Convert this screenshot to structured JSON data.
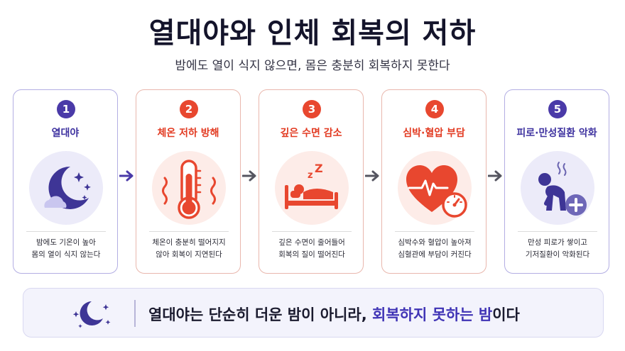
{
  "header": {
    "title": "열대야와 인체 회복의 저하",
    "subtitle": "밤에도 열이 식지 않으면, 몸은 충분히 회복하지 못한다"
  },
  "steps": [
    {
      "number": "1",
      "title": "열대야",
      "icon": "moon-stars-cloud-icon",
      "desc": [
        "밤에도 기온이 높아",
        "몸의 열이 식지 않는다"
      ]
    },
    {
      "number": "2",
      "title": "체온 저하 방해",
      "icon": "thermometer-heat-icon",
      "desc": [
        "체온이 충분히 떨어지지",
        "않아 회복이 지연된다"
      ]
    },
    {
      "number": "3",
      "title": "깊은 수면 감소",
      "icon": "sleeping-bed-icon",
      "desc": [
        "깊은 수면이 줄어들어",
        "회복의 질이 떨어진다"
      ]
    },
    {
      "number": "4",
      "title": "심박·혈압 부담",
      "icon": "heart-gauge-icon",
      "desc": [
        "심박수와 혈압이 높아져",
        "심혈관에 부담이 커진다"
      ]
    },
    {
      "number": "5",
      "title": "피로·만성질환 악화",
      "icon": "tired-person-plus-icon",
      "desc": [
        "만성 피로가 쌓이고",
        "기저질환이 악화된다"
      ]
    }
  ],
  "banner": {
    "icon": "moon-stars-icon",
    "text_before": "열대야는 단순히 더운 밤이 아니라, ",
    "text_highlight": "회복하지 못하는 밤",
    "text_after": "이다"
  },
  "colors": {
    "purple": "#4a3aa8",
    "red": "#e8472f",
    "highlight": "#3f33b5"
  }
}
